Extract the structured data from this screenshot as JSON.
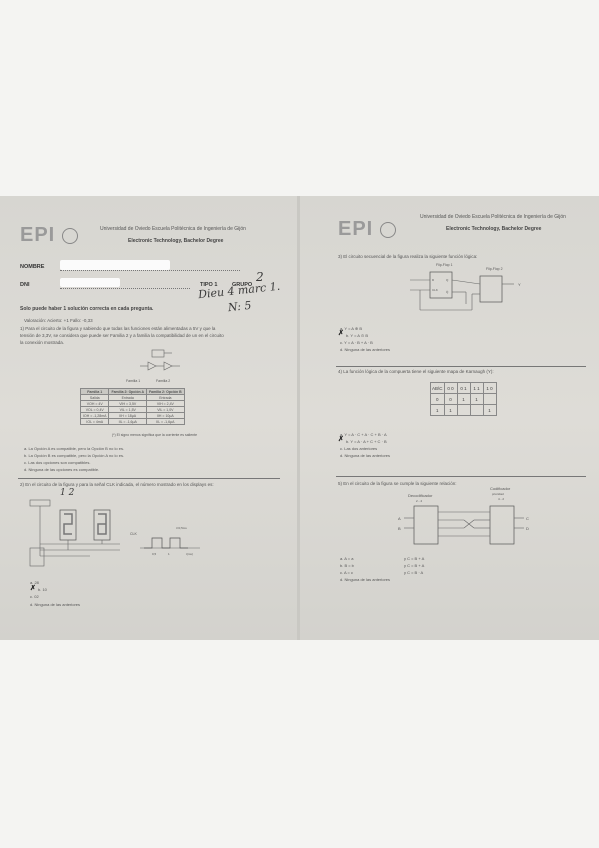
{
  "left": {
    "logo": "EPI",
    "header_line1": "Universidad de Oviedo  Escuela Politécnica de Ingeniería de Gijón",
    "header_line2": "Electronic Technology, Bachelor Degree",
    "nombre_label": "NOMBRE",
    "dni_label": "DNI",
    "tipo_label": "TIPO 1",
    "grupo_label": "GRUPO",
    "grupo_hw": "2",
    "handwritten_1": "Dieu 4 marc 1.",
    "handwritten_2": "N: 5",
    "instructions": "Solo puede haber 1 solución correcta en cada pregunta.",
    "q1_note": "Valoración:    Acierto: +1    Fallo: -0,33",
    "q1_text_1": "1) Para el circuito de la figura y sabiendo que todas las funciones están alimentadas a 5V y que la",
    "q1_text_2": "tensión de 3,3V, se considera que puede ser Familia 2 y a familia la compatibilidad de un en el circuito",
    "q1_text_3": "la conexión mostrada.",
    "fam1_label": "Familia 1",
    "fam2_label": "Familia 2",
    "table": {
      "headers": [
        "Familia 1",
        "Familia 2: Opción A",
        "Familia 2: Opción B"
      ],
      "rows": [
        [
          "Salida",
          "Entrada",
          "Entrada"
        ],
        [
          "VOH = 4V",
          "VIH = 3,5V",
          "VIH = 2,4V"
        ],
        [
          "VOL = 0,4V",
          "VIL = 1,5V",
          "VIL = 1,0V"
        ],
        [
          "IOH = -1,28mA",
          "IIH = 18μA",
          "IIH = 10μA"
        ],
        [
          "IOL = 4mA",
          "IIL = -1,6μA",
          "IIL = -1,6μA"
        ]
      ],
      "note": "(*) El signo menos significa que la corriente es saliente"
    },
    "q1_options": [
      "a.  La Opción A es compatible, pero la Opción B no lo es.",
      "b.  La Opción B es compatible, pero la Opción A no lo es.",
      "c.  Las dos opciones son compatibles.",
      "d.  Ninguna de las opciones es compatible."
    ],
    "q2_text": "2) En el circuito de la figura y para la señal CLK indicada, el número mostrado en los displays es:",
    "hw_circuit": "1  2",
    "clk_label": "CLK",
    "rise_label": "t=0,5ms",
    "t0_label": "0,5",
    "t1_label": "1",
    "t2_label": "t(ms)",
    "q2_options": [
      "a.  28",
      "b.  10",
      "c.  02",
      "d.  Ninguna de las anteriores"
    ],
    "q2_marked": "✗"
  },
  "right": {
    "logo": "EPI",
    "header_line1": "Universidad de Oviedo  Escuela Politécnica de Ingeniería de Gijón",
    "header_line2": "Electronic Technology, Bachelor Degree",
    "q3_text": "3) El circuito secuencial de la figura realiza la siguiente función lógica:",
    "ff1_label": "Flip-Flop 1",
    "ff2_label": "Flip-Flop 2",
    "ff_pins": [
      "D",
      "CLK",
      "Q",
      "Q̄"
    ],
    "out_label": "Y",
    "q3_options": [
      "a.  Y = A ⊕ B",
      "b.  Y = A ⊙ B",
      "c.  Y = A · B + A · B",
      "d.  Ninguna de las anteriores"
    ],
    "q3_marked": "✗",
    "q4_text": "4) La función lógica de la compuerta tiene el siguiente mapa de Karnaugh (Y):",
    "kmap_header": [
      "AB\\C",
      "0 0",
      "0 1",
      "1 1",
      "1 0"
    ],
    "kmap_rows": [
      [
        "0",
        "0",
        "1",
        "1",
        ""
      ],
      [
        "1",
        "1",
        "",
        "",
        "1"
      ]
    ],
    "q4_options": [
      "a.  Y = A · C + A · C  + B · A",
      "b.  Y = A · A + C  + C · B",
      "c.  Las dos anteriores",
      "d.  Ninguna de las anteriores"
    ],
    "q4_marked": "✗",
    "q5_text": "5) En el circuito de la figura se cumple la siguiente relación:",
    "decod_label": "Decodificador",
    "decod_sub": "2 - 4",
    "cod_label": "Codificador",
    "cod_sub": "prioridad",
    "cod_sub2": "4 - 2",
    "in_labels": [
      "A",
      "B"
    ],
    "out_labels": [
      "C",
      "D"
    ],
    "q5_options_left": [
      "a.  A = a",
      "b.  B = b",
      "c.  A = c",
      "d.  Ninguna de las anteriores"
    ],
    "q5_options_right": [
      "y    C = B + A",
      "y    C = B + A",
      "y    C = B · A",
      ""
    ]
  },
  "colors": {
    "page": "#dad9d4",
    "background": "#f4f4f2",
    "ink": "#333333"
  }
}
